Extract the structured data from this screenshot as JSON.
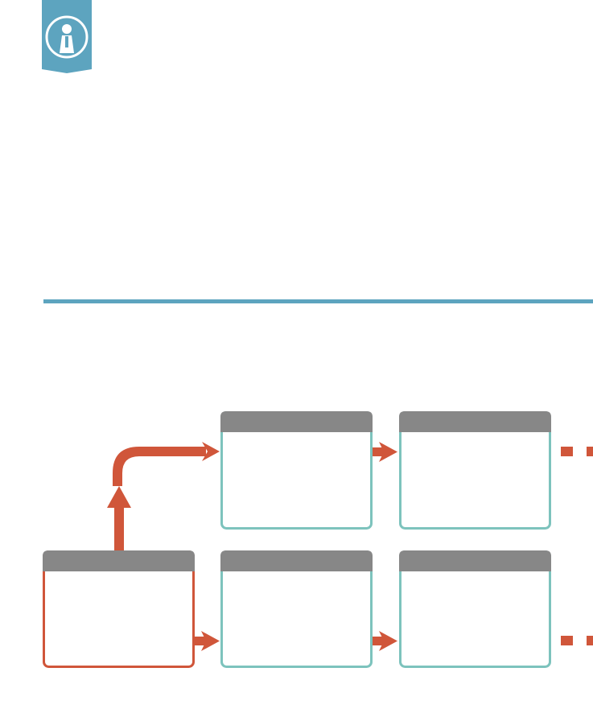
{
  "colors": {
    "accent_blue": "#5da4bf",
    "arrow_orange": "#d0563a",
    "header_gray": "#878787",
    "box_border_teal": "#7dc3bd",
    "box_border_start": "#d0563a",
    "background": "#ffffff"
  },
  "badge": {
    "icon": "keyhole-person-icon"
  },
  "diagram": {
    "nodes": [
      {
        "id": "start",
        "row": "bottom",
        "column": 0,
        "highlight": true
      },
      {
        "id": "top-1",
        "row": "top",
        "column": 1,
        "highlight": false
      },
      {
        "id": "top-2",
        "row": "top",
        "column": 2,
        "highlight": false
      },
      {
        "id": "bottom-1",
        "row": "bottom",
        "column": 1,
        "highlight": false
      },
      {
        "id": "bottom-2",
        "row": "bottom",
        "column": 2,
        "highlight": false
      }
    ],
    "edges": [
      {
        "from": "start",
        "to": "top-1",
        "style": "elbow"
      },
      {
        "from": "top-1",
        "to": "top-2",
        "style": "straight"
      },
      {
        "from": "top-2",
        "to": "continues",
        "style": "dashed"
      },
      {
        "from": "start",
        "to": "bottom-1",
        "style": "straight"
      },
      {
        "from": "bottom-1",
        "to": "bottom-2",
        "style": "straight"
      },
      {
        "from": "bottom-2",
        "to": "continues",
        "style": "dashed"
      }
    ]
  }
}
